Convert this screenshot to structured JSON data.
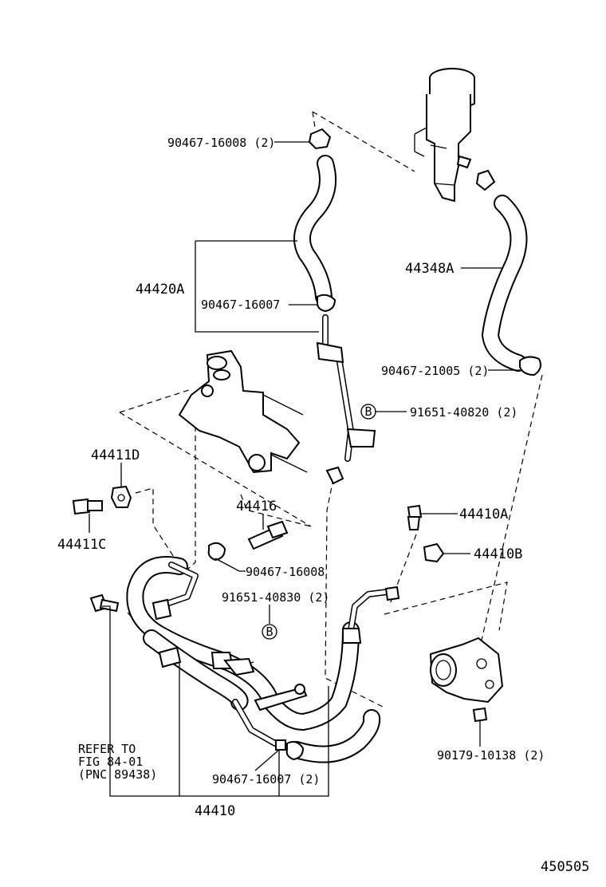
{
  "labels": {
    "clamp_top": "90467-16008 (2)",
    "hose_return_assy": "44420A",
    "clamp_mid": "90467-16007",
    "hose_reservoir": "44348A",
    "clamp_reservoir": "90467-21005 (2)",
    "bolt_b_top": "91651-40820 (2)",
    "gasket": "44411D",
    "union_bolt": "44411C",
    "union": "44416",
    "clamp_low": "90467-16008",
    "bolt_b_low": "91651-40830 (2)",
    "union_bolt_pump": "44410A",
    "gasket_pump": "44410B",
    "nut_pump": "90179-10138 (2)",
    "refer_line1": "REFER TO",
    "refer_line2": "FIG 84-01",
    "refer_line3": "(PNC 89438)",
    "clamp_bottom": "90467-16007 (2)",
    "pressure_tube": "44410",
    "figure_number": "450505",
    "marker_b_top": "B",
    "marker_b_low": "B"
  },
  "colors": {
    "ink": "#000000",
    "paper": "#ffffff"
  }
}
